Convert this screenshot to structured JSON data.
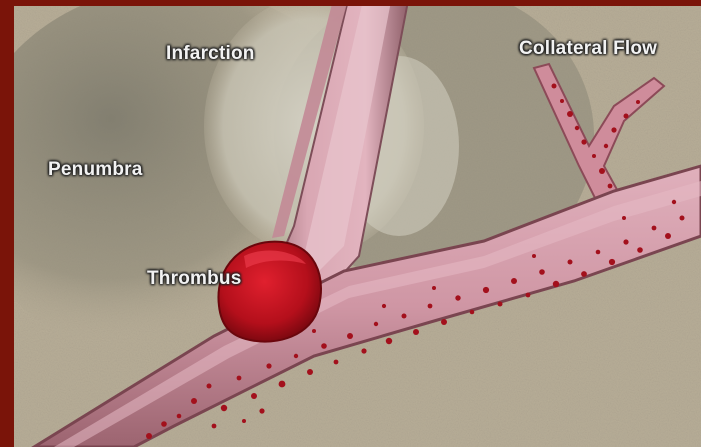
{
  "labels": {
    "infarction": "Infarction",
    "collateral_flow": "Collateral Flow",
    "penumbra": "Penumbra",
    "thrombus": "Thrombus"
  },
  "colors": {
    "frame": "#7a1409",
    "tissue": "#b8ae98",
    "penumbra_shade": "#8a8676",
    "infarction_shade": "#c9c6b8",
    "vessel_wall": "#c98a9a",
    "vessel_lumen": "#d9a7b3",
    "blood_cells": "#a3101c",
    "thrombus": "#c8101e"
  }
}
